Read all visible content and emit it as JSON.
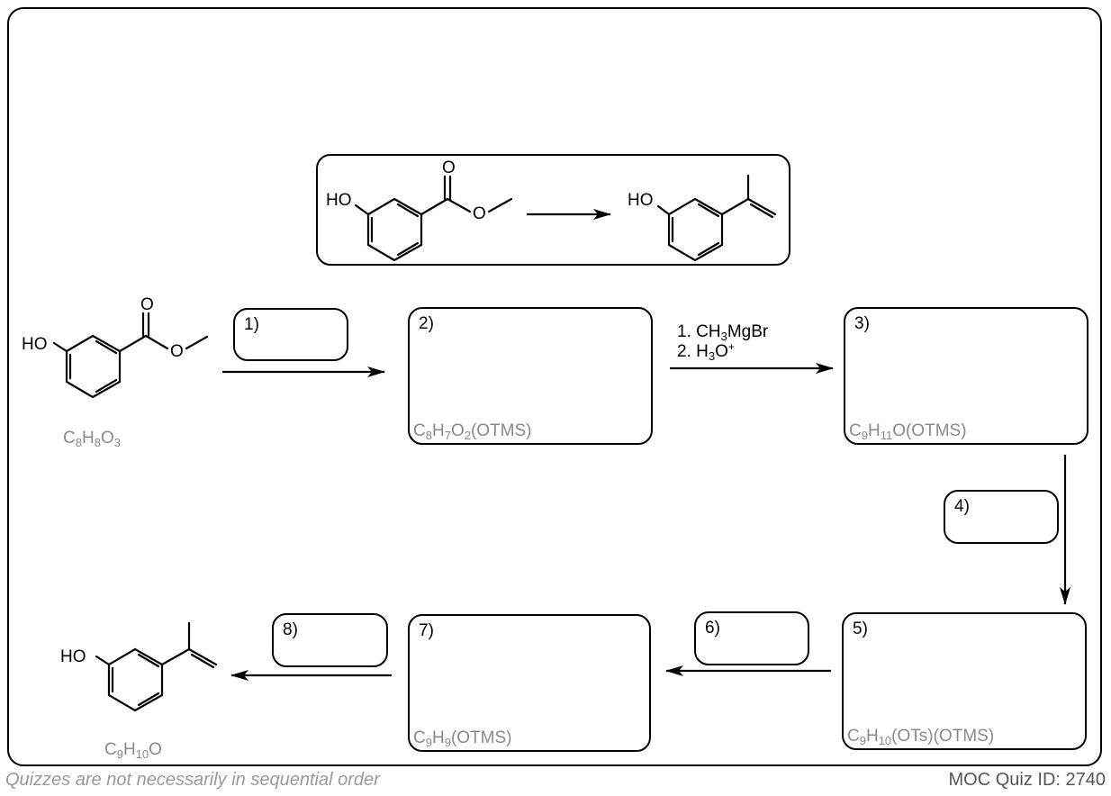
{
  "overview": {
    "left_label": "HO",
    "ketone_O": "O",
    "ester_O": "O",
    "right_label": "HO"
  },
  "start": {
    "label_HO": "HO",
    "ketone_O": "O",
    "ester_O": "O",
    "formula": "C8H8O3"
  },
  "product": {
    "label_HO": "HO",
    "formula": "C9H10O"
  },
  "boxes": [
    {
      "id": "1",
      "label": "1)"
    },
    {
      "id": "2",
      "label": "2)",
      "formula": "C8H7O2(OTMS)"
    },
    {
      "id": "3",
      "label": "3)",
      "formula": "C9H11O(OTMS)"
    },
    {
      "id": "4",
      "label": "4)"
    },
    {
      "id": "5",
      "label": "5)",
      "formula": "C9H10(OTs)(OTMS)"
    },
    {
      "id": "6",
      "label": "6)"
    },
    {
      "id": "7",
      "label": "7)",
      "formula": "C9H9(OTMS)"
    },
    {
      "id": "8",
      "label": "8)"
    }
  ],
  "reagent_2_3": {
    "line1": "1. CH3MgBr",
    "line2": "2. H3O+"
  },
  "footer": {
    "note": "Quizzes are not necessarily in sequential order",
    "quiz_id": "MOC Quiz ID: 2740"
  }
}
